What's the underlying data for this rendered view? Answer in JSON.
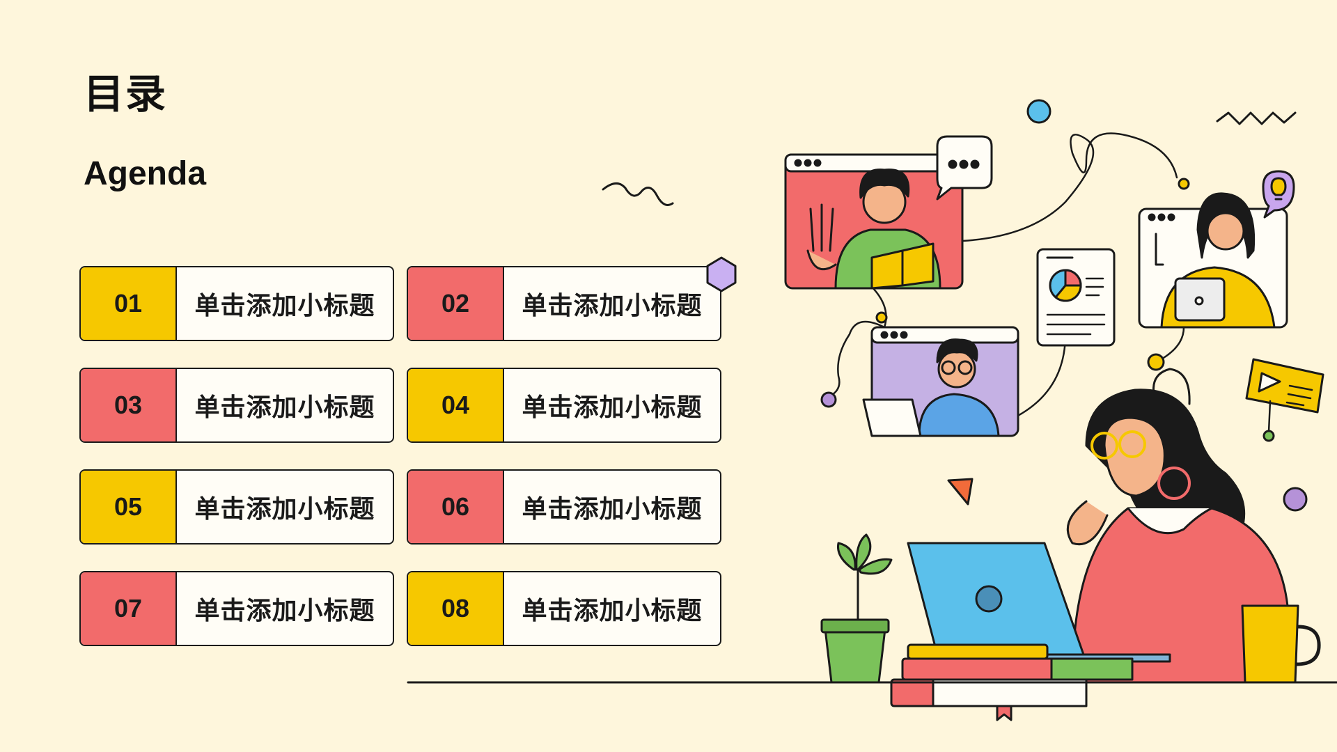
{
  "slide": {
    "title_cn": "目录",
    "title_en": "Agenda"
  },
  "colors": {
    "background": "#FEF6DC",
    "yellow": "#F6C800",
    "red": "#F26B6B",
    "outline": "#1A1A1A",
    "card": "#FFFDF6"
  },
  "agenda": {
    "items": [
      {
        "num": "01",
        "label": "单击添加小标题",
        "color": "#F6C800"
      },
      {
        "num": "02",
        "label": "单击添加小标题",
        "color": "#F26B6B"
      },
      {
        "num": "03",
        "label": "单击添加小标题",
        "color": "#F26B6B"
      },
      {
        "num": "04",
        "label": "单击添加小标题",
        "color": "#F6C800"
      },
      {
        "num": "05",
        "label": "单击添加小标题",
        "color": "#F6C800"
      },
      {
        "num": "06",
        "label": "单击添加小标题",
        "color": "#F26B6B"
      },
      {
        "num": "07",
        "label": "单击添加小标题",
        "color": "#F26B6B"
      },
      {
        "num": "08",
        "label": "单击添加小标题",
        "color": "#F6C800"
      }
    ]
  },
  "illustration": {
    "icons": [
      "video-call-window-icon",
      "chat-bubble-icon",
      "lightbulb-icon",
      "pie-chart-report-icon",
      "play-video-icon",
      "plant-icon",
      "laptop-icon",
      "books-icon",
      "mug-icon"
    ]
  }
}
